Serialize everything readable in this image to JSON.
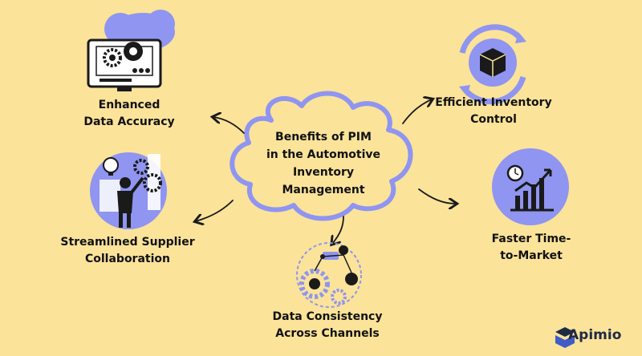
{
  "center": {
    "title_lines": [
      "Benefits of PIM",
      "in the Automotive",
      "Inventory",
      "Management"
    ]
  },
  "benefits": [
    {
      "lines": [
        "Enhanced",
        "Data Accuracy"
      ],
      "icon": "computer-gears-icon"
    },
    {
      "lines": [
        "Efficient Inventory",
        "Control"
      ],
      "icon": "inventory-box-cycle-icon"
    },
    {
      "lines": [
        "Streamlined Supplier",
        "Collaboration"
      ],
      "icon": "person-gears-lightbulb-icon"
    },
    {
      "lines": [
        "Faster Time-",
        "to-Market"
      ],
      "icon": "growth-chart-stopwatch-icon"
    },
    {
      "lines": [
        "Data Consistency",
        "Across Channels"
      ],
      "icon": "network-gears-icon"
    }
  ],
  "brand": {
    "name": "Apimio",
    "icon": "apimio-logo-icon"
  },
  "colors": {
    "background": "#fbe39a",
    "accent": "#8f95f0",
    "dark": "#1a1a1a",
    "cloud_stroke": "#8f95f0"
  }
}
